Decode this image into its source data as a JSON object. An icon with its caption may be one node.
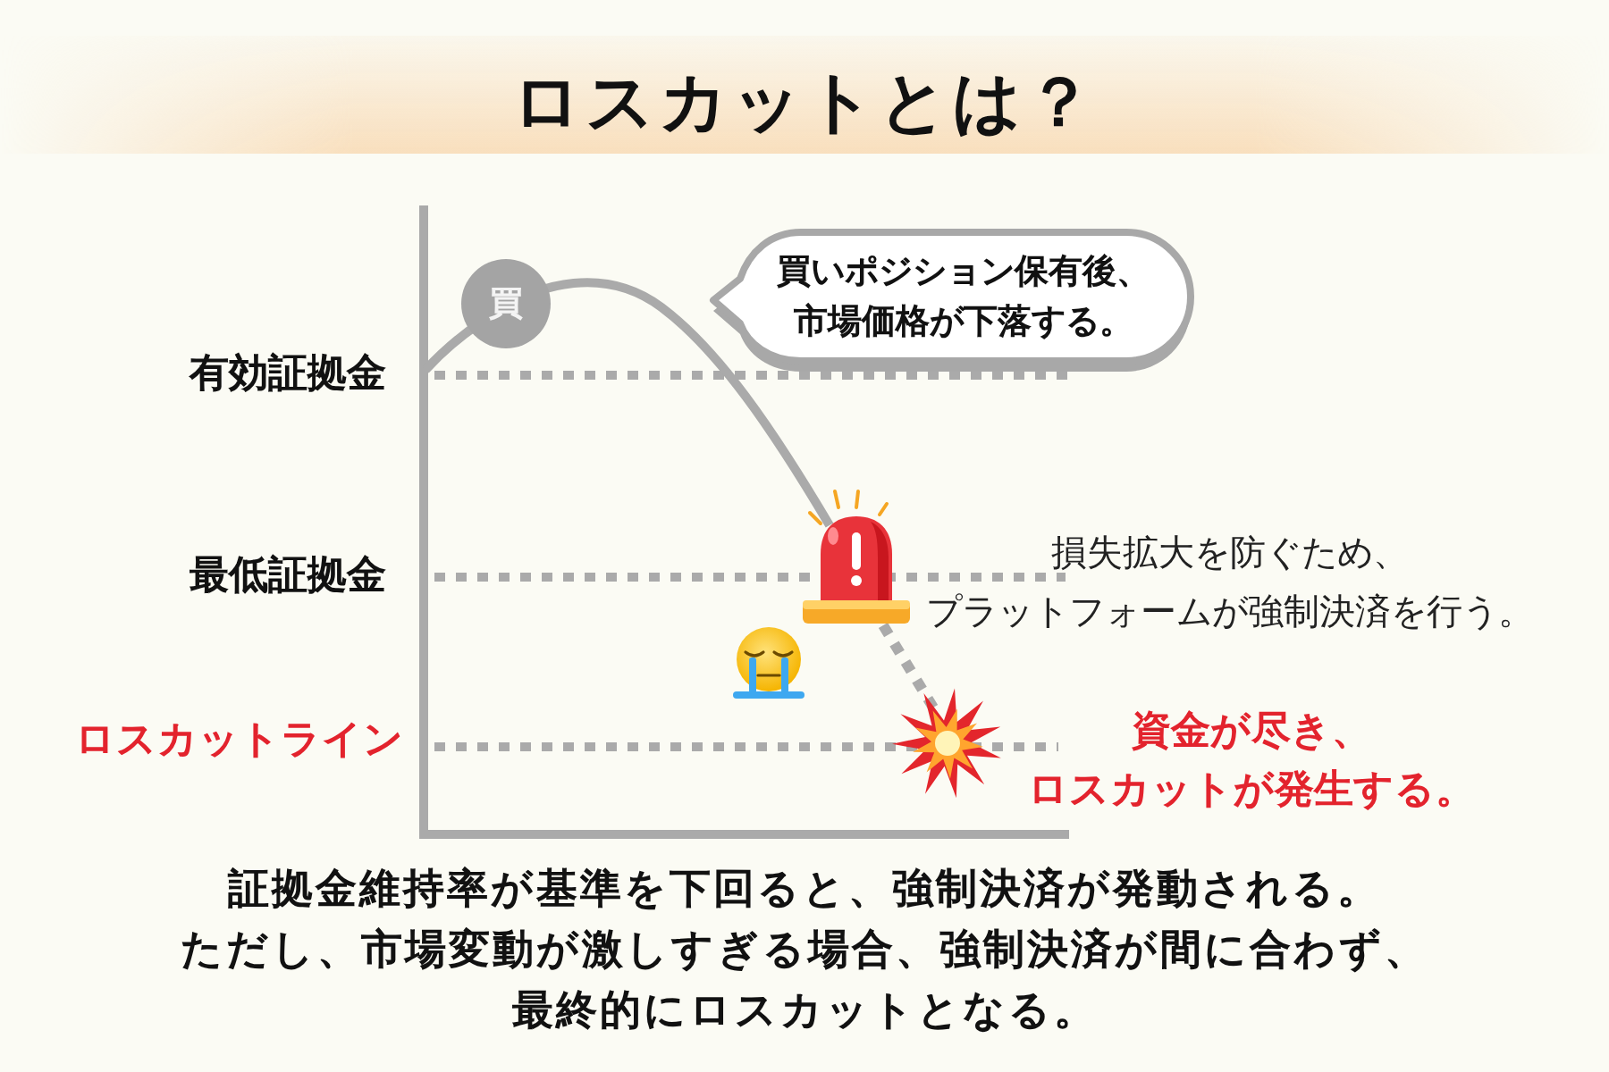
{
  "diagram": {
    "title": "ロスカットとは？",
    "caption": "証拠金維持率が基準を下回ると、強制決済が発動される。ただし、市場変動が激しすぎる場合、強制決済が間に合わず、最終的にロスカットとなる。",
    "nodes": [
      {
        "text": [
          "買"
        ]
      },
      {
        "text": [
          "買いポジション保有後、市場価格が下落する。"
        ]
      }
    ],
    "labels": [
      "有効証拠金",
      "最低証拠金",
      "損失拡大を防ぐため、プラットフォームが強制決済を行う。",
      "ロスカットライン",
      "資金が尽き、ロスカットが発生する。"
    ]
  }
}
